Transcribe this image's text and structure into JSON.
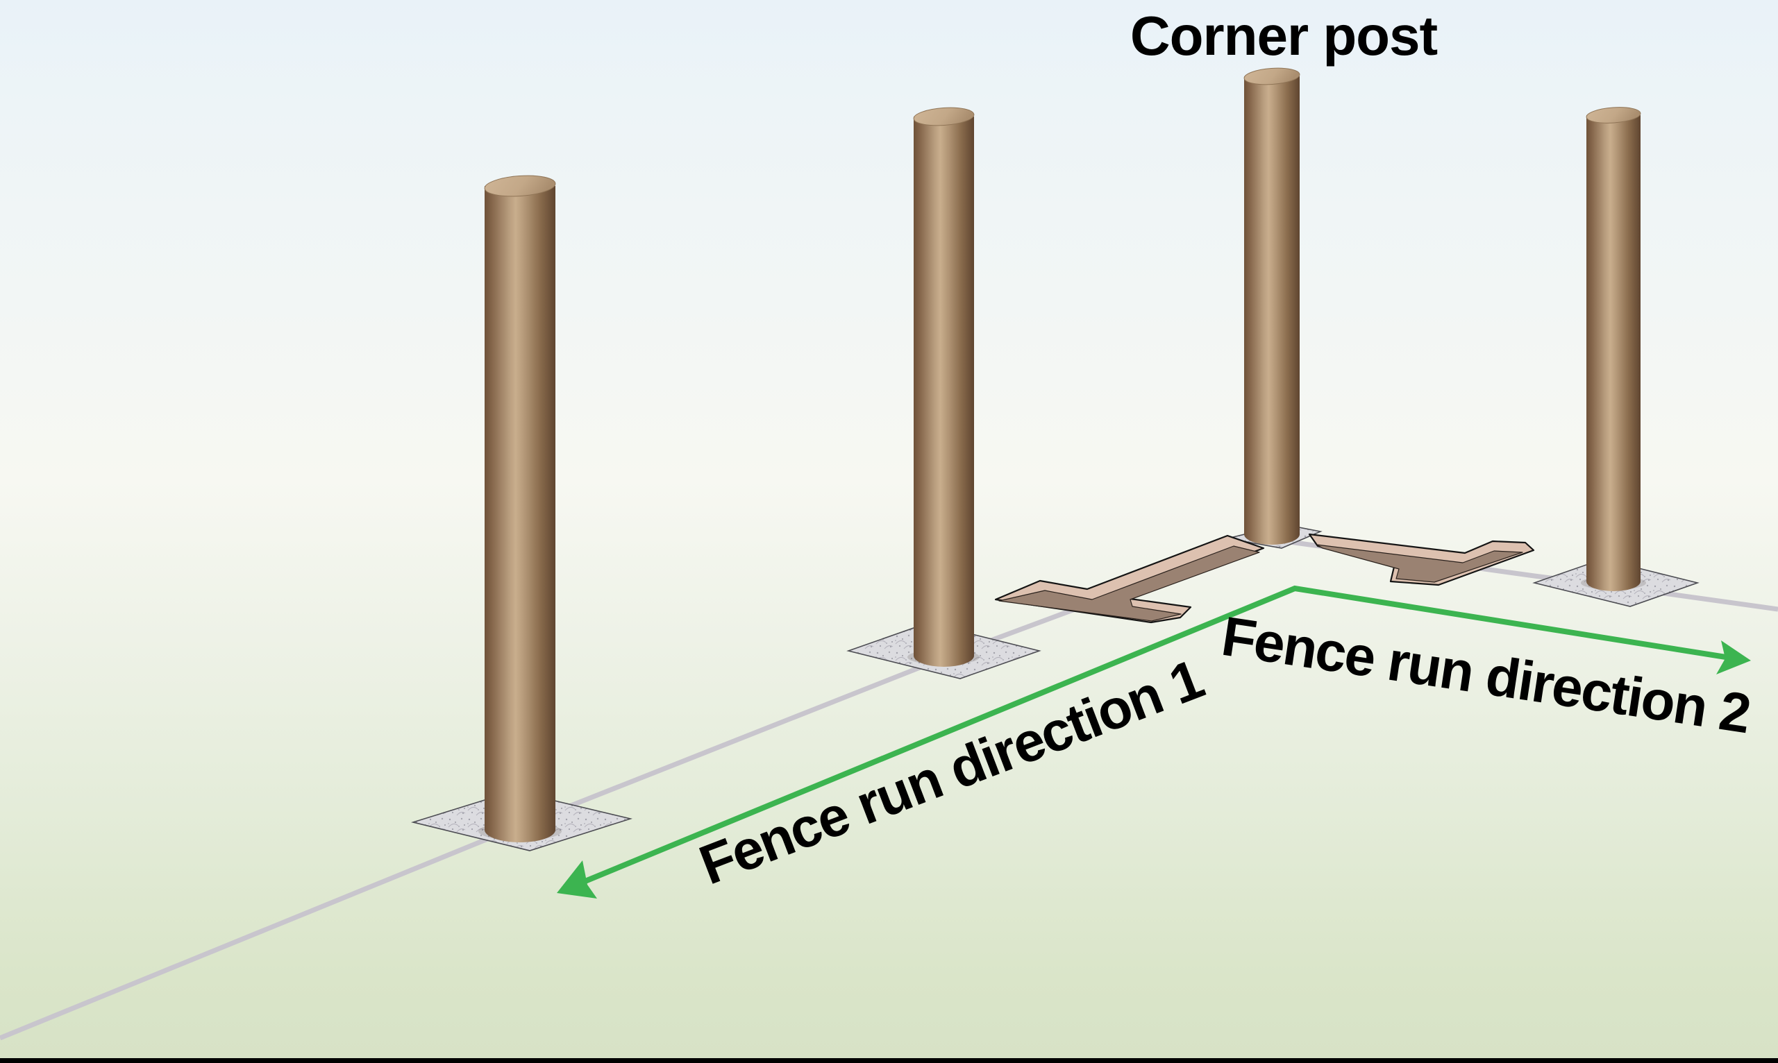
{
  "scene": {
    "corner_post_label": "Corner post",
    "fence_run_1_label": "Fence run direction 1",
    "fence_run_2_label": "Fence run direction 2",
    "post_count": "4"
  },
  "colors": {
    "arrow_green": "#3cb450",
    "ground_line_gray": "#c8c5cd",
    "trench_floor_brown": "#9a8272",
    "trench_wall_pink": "#ddc1b0",
    "concrete_gray": "#dcdce0",
    "post_wood_light": "#c9ae8d",
    "post_wood_dark": "#5f4530",
    "label_black": "#000000",
    "sky_top": "#e9f2f8",
    "grass_bottom": "#d7e2c6"
  }
}
